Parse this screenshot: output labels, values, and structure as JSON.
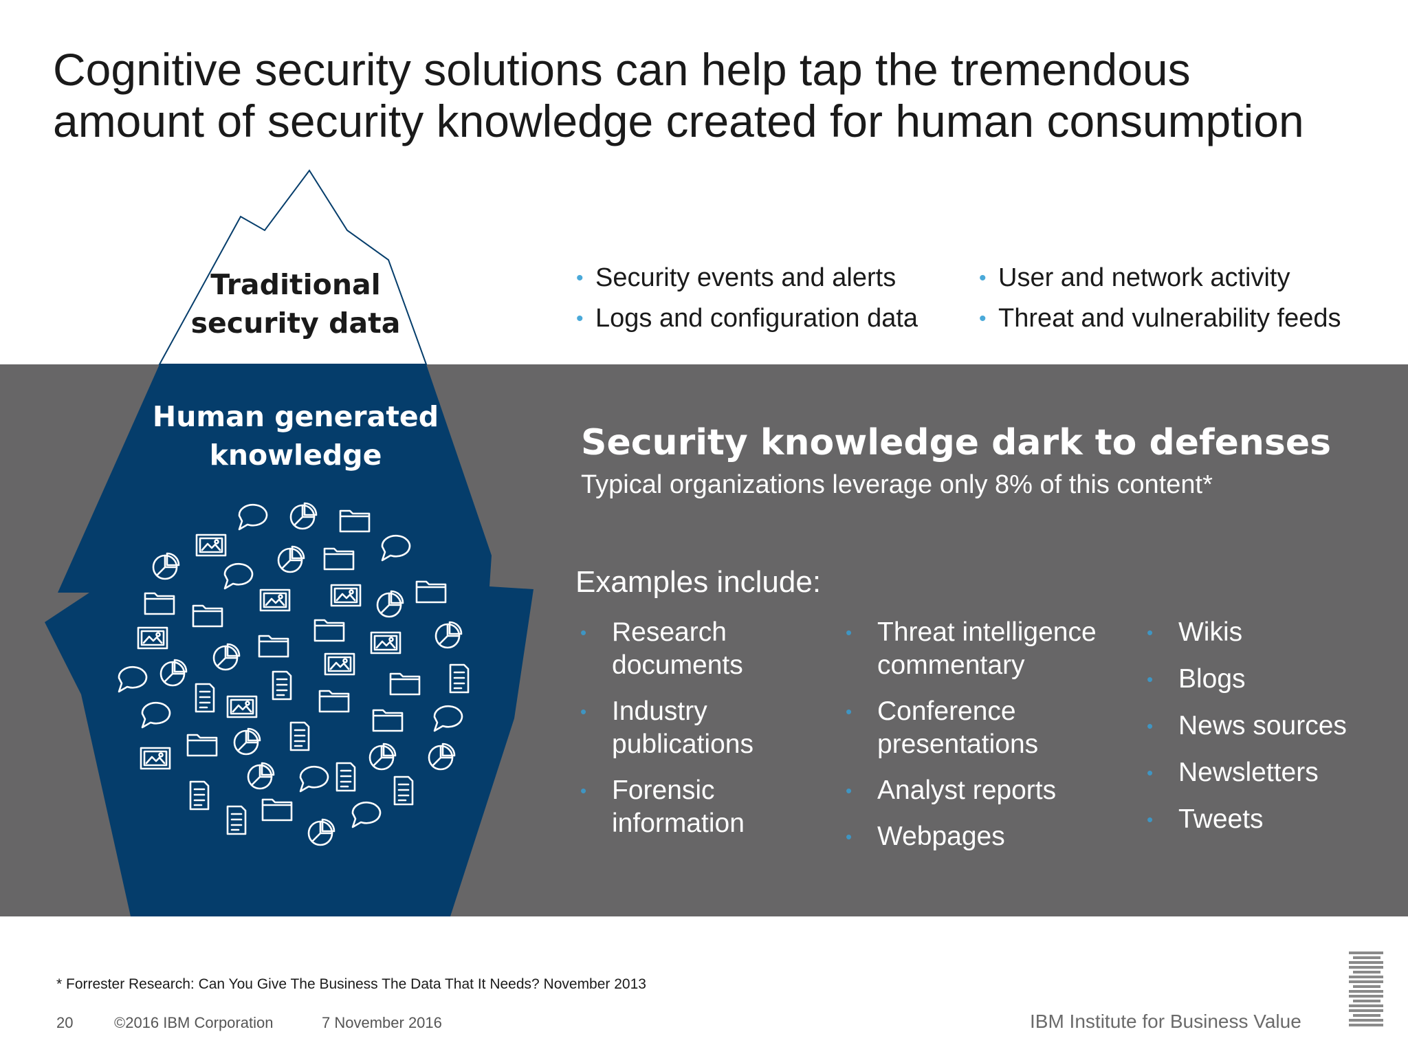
{
  "slide": {
    "title_line1": "Cognitive security solutions can help tap the tremendous",
    "title_line2": "amount of security knowledge created for human consumption"
  },
  "iceberg": {
    "tip_label_line1": "Traditional",
    "tip_label_line2": "security data",
    "body_label_line1": "Human generated",
    "body_label_line2": "knowledge",
    "body_color": "#053d6b",
    "icons": [
      "chat-bubble-icon",
      "pie-chart-icon",
      "folder-icon",
      "image-icon",
      "document-icon"
    ]
  },
  "traditional_data": {
    "items": [
      "Security events and alerts",
      "Logs and configuration data",
      "User and network activity",
      "Threat and vulnerability feeds"
    ]
  },
  "dark_knowledge": {
    "heading": "Security knowledge dark to defenses",
    "subheading": "Typical organizations leverage only 8% of this content*",
    "examples_label": "Examples include:",
    "column1": [
      {
        "line1": "Research",
        "line2": "documents"
      },
      {
        "line1": "Industry",
        "line2": "publications"
      },
      {
        "line1": "Forensic",
        "line2": "information"
      }
    ],
    "column2": [
      {
        "line1": "Threat intelligence",
        "line2": "commentary"
      },
      {
        "line1": "Conference",
        "line2": "presentations"
      },
      {
        "line1": "Analyst reports",
        "line2": ""
      },
      {
        "line1": "Webpages",
        "line2": ""
      }
    ],
    "column3": [
      "Wikis",
      "Blogs",
      "News sources",
      "Newsletters",
      "Tweets"
    ]
  },
  "footnote": "* Forrester Research: Can You Give The Business The Data That It Needs? November 2013",
  "footer": {
    "page_number": "20",
    "copyright": "©2016 IBM Corporation",
    "date": "7 November 2016",
    "brand": "IBM Institute for Business Value"
  },
  "colors": {
    "band_gray": "#676667",
    "iceberg_navy": "#053d6b",
    "bullet_blue": "#4aa9d9"
  }
}
